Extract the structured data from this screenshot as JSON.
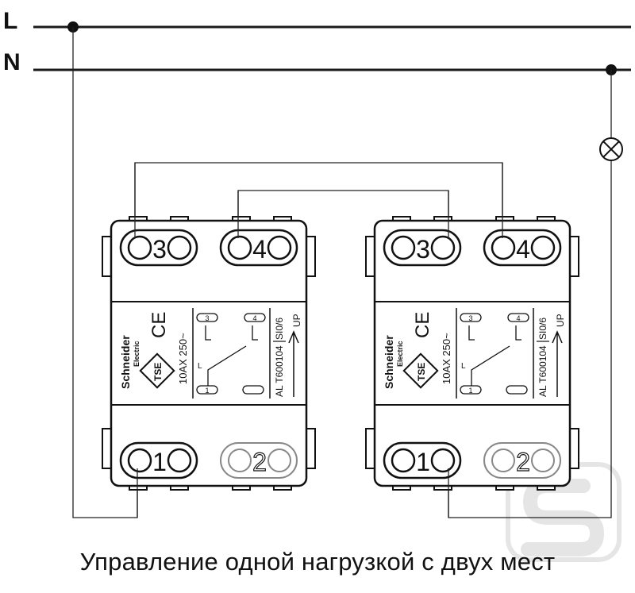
{
  "diagram": {
    "line_labels": {
      "L": "L",
      "N": "N"
    },
    "caption": "Управление одной нагрузкой с двух мест",
    "switches": [
      {
        "terminals": [
          "3",
          "4",
          "1",
          "2"
        ],
        "brand_line1": "Schneider",
        "brand_line2": "Electric",
        "ce_mark": "CE",
        "cert_mark": "TSE",
        "rating": "10AX 250~",
        "model": "AL T600104",
        "code": "SI0/6",
        "up_label": "UP",
        "schem_top_left": "3",
        "schem_top_right": "4",
        "schem_bottom_left": "1",
        "schem_L": "L"
      },
      {
        "terminals": [
          "3",
          "4",
          "1",
          "2"
        ],
        "brand_line1": "Schneider",
        "brand_line2": "Electric",
        "ce_mark": "CE",
        "cert_mark": "TSE",
        "rating": "10AX 250~",
        "model": "AL T600104",
        "code": "SI0/6",
        "up_label": "UP",
        "schem_top_left": "3",
        "schem_top_right": "4",
        "schem_bottom_left": "1",
        "schem_L": "L"
      }
    ],
    "colors": {
      "wire": "#222222",
      "bus": "#1a1a1a",
      "device": "#111111",
      "watermark": "#e4e4e4"
    },
    "icons": {
      "lamp": "lamp-icon",
      "logo": "s-logo-watermark-icon"
    }
  }
}
